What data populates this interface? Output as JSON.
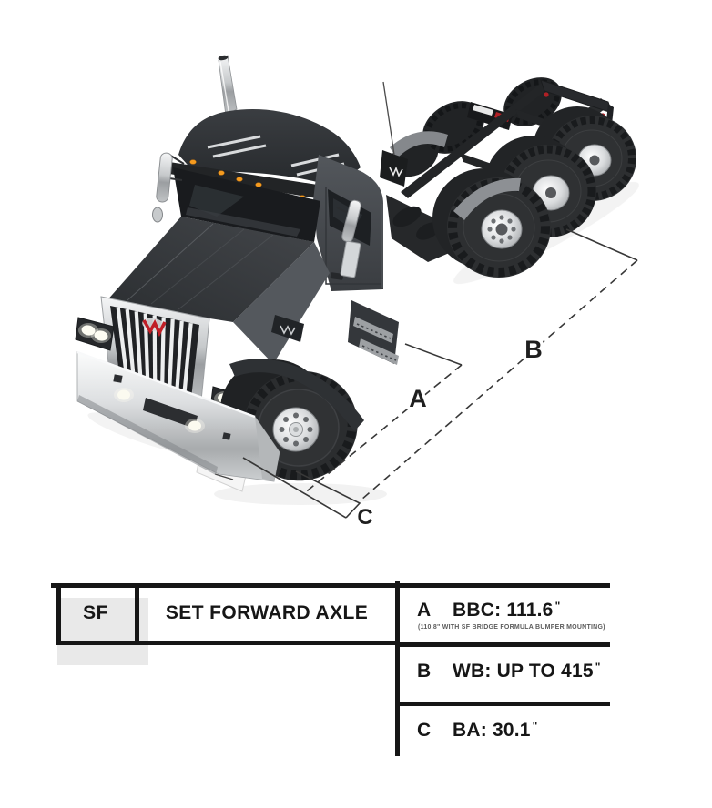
{
  "diagram": {
    "dim_labels": {
      "a": "A",
      "b": "B",
      "c": "C"
    }
  },
  "spec_table": {
    "model_code": "SF",
    "model_name": "SET FORWARD AXLE",
    "rows": [
      {
        "key": "A",
        "text": "BBC: 111.6",
        "unit": "\"",
        "note": "(110.8\" WITH SF BRIDGE FORMULA BUMPER MOUNTING)"
      },
      {
        "key": "B",
        "text": "WB: UP TO 415",
        "unit": "\""
      },
      {
        "key": "C",
        "text": "BA: 30.1",
        "unit": "\""
      }
    ]
  },
  "colors": {
    "accent_red": "#b22025",
    "amber_marker": "#f59b1f",
    "table_line": "#161616",
    "note_gray": "#5c5c5c"
  }
}
